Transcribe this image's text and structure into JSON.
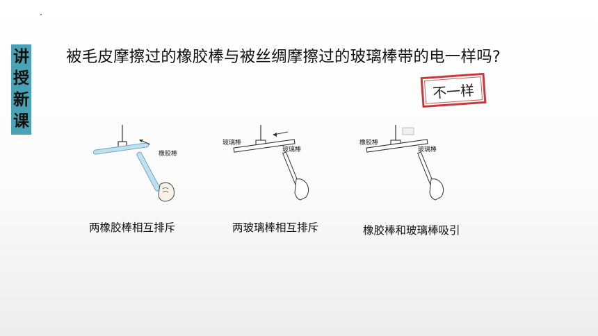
{
  "sidebar": {
    "chars": [
      "讲",
      "授",
      "新",
      "课"
    ]
  },
  "question": {
    "text": "被毛皮摩擦过的橡胶棒与被丝绸摩擦过的玻璃棒带的电一样吗?"
  },
  "stamp": {
    "text": "不一样"
  },
  "figures": [
    {
      "rod_label": "橡胶棒",
      "caption": "两橡胶棒相互排斥"
    },
    {
      "top_label": "玻璃棒",
      "rod_label": "玻璃棒",
      "caption": "两玻璃棒相互排斥"
    },
    {
      "top_label": "橡胶棒",
      "rod_label": "玻璃棒",
      "caption": "橡胶棒和玻璃棒吸引"
    }
  ]
}
